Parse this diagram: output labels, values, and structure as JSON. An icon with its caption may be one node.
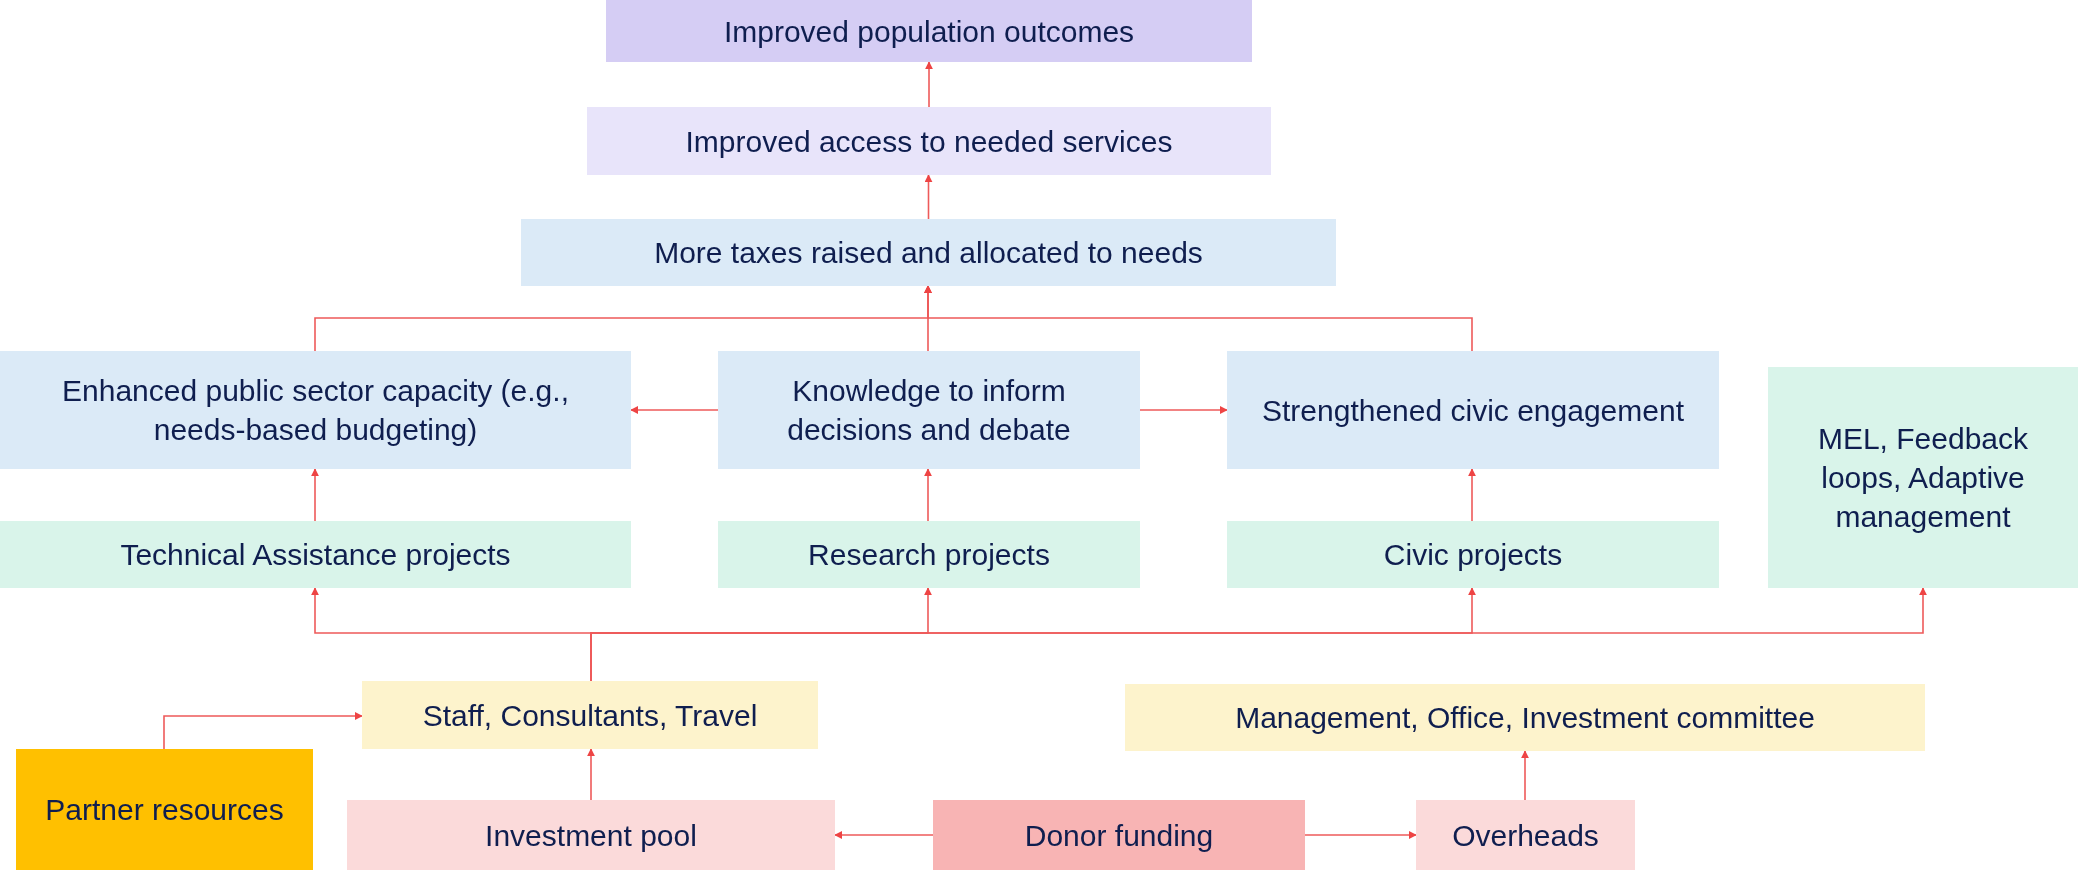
{
  "diagram": {
    "nodes": [
      {
        "text": [
          "Improved population outcomes"
        ]
      },
      {
        "text": [
          "Improved access to needed services"
        ]
      },
      {
        "text": [
          "More taxes raised and allocated to needs"
        ]
      },
      {
        "text": [
          "Enhanced public sector capacity (e.g., needs-based budgeting)"
        ]
      },
      {
        "text": [
          "Knowledge to inform decisions and debate"
        ]
      },
      {
        "text": [
          "Strengthened civic engagement"
        ]
      },
      {
        "text": [
          "MEL, Feedback loops, Adaptive management"
        ]
      },
      {
        "text": [
          "Technical Assistance projects"
        ]
      },
      {
        "text": [
          "Research projects"
        ]
      },
      {
        "text": [
          "Civic projects"
        ]
      },
      {
        "text": [
          "Staff, Consultants, Travel"
        ]
      },
      {
        "text": [
          "Management, Office, Investment committee"
        ]
      },
      {
        "text": [
          "Partner resources"
        ]
      },
      {
        "text": [
          "Investment pool"
        ]
      },
      {
        "text": [
          "Donor funding"
        ]
      },
      {
        "text": [
          "Overheads"
        ]
      }
    ],
    "edges": [
      {
        "from": 1,
        "to": 0,
        "arrow": "to"
      },
      {
        "from": 2,
        "to": 1,
        "arrow": "to"
      },
      {
        "from": 3,
        "to": 2,
        "arrow": "to"
      },
      {
        "from": 4,
        "to": 2,
        "arrow": "to"
      },
      {
        "from": 5,
        "to": 2,
        "arrow": "to"
      },
      {
        "from": 4,
        "to": 3,
        "arrow": "to"
      },
      {
        "from": 4,
        "to": 5,
        "arrow": "to"
      },
      {
        "from": 7,
        "to": 3,
        "arrow": "to"
      },
      {
        "from": 8,
        "to": 4,
        "arrow": "to"
      },
      {
        "from": 9,
        "to": 5,
        "arrow": "to"
      },
      {
        "from": 10,
        "to": 7,
        "arrow": "to"
      },
      {
        "from": 10,
        "to": 8,
        "arrow": "to"
      },
      {
        "from": 10,
        "to": 9,
        "arrow": "to"
      },
      {
        "from": 10,
        "to": 6,
        "arrow": "to"
      },
      {
        "from": 12,
        "to": 10,
        "arrow": "to"
      },
      {
        "from": 13,
        "to": 10,
        "arrow": "to"
      },
      {
        "from": 15,
        "to": 11,
        "arrow": "to"
      },
      {
        "from": 14,
        "to": 13,
        "arrow": "to"
      },
      {
        "from": 14,
        "to": 15,
        "arrow": "to"
      }
    ]
  }
}
